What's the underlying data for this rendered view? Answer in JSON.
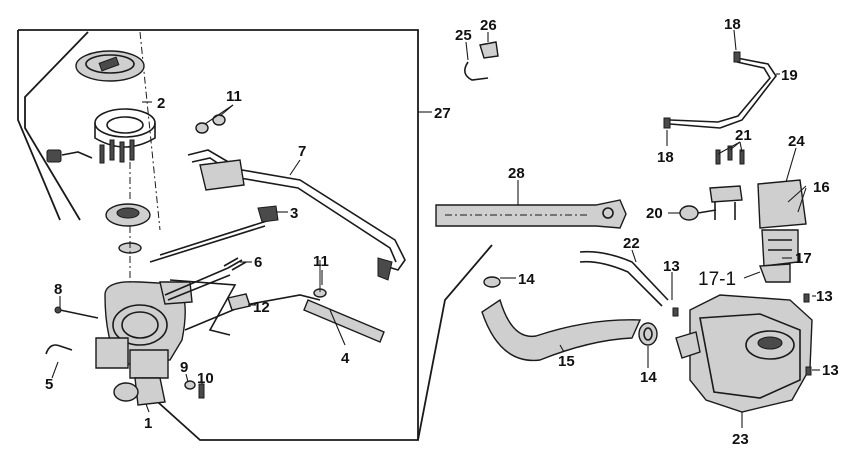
{
  "diagram": {
    "callouts": [
      {
        "id": "c1",
        "text": "1"
      },
      {
        "id": "c2",
        "text": "2"
      },
      {
        "id": "c3",
        "text": "3"
      },
      {
        "id": "c4",
        "text": "4"
      },
      {
        "id": "c5",
        "text": "5"
      },
      {
        "id": "c6",
        "text": "6"
      },
      {
        "id": "c7",
        "text": "7"
      },
      {
        "id": "c8",
        "text": "8"
      },
      {
        "id": "c9",
        "text": "9"
      },
      {
        "id": "c10",
        "text": "10"
      },
      {
        "id": "c11a",
        "text": "11"
      },
      {
        "id": "c11b",
        "text": "11"
      },
      {
        "id": "c12",
        "text": "12"
      },
      {
        "id": "c13a",
        "text": "13"
      },
      {
        "id": "c13b",
        "text": "13"
      },
      {
        "id": "c13c",
        "text": "13"
      },
      {
        "id": "c14a",
        "text": "14"
      },
      {
        "id": "c14b",
        "text": "14"
      },
      {
        "id": "c15",
        "text": "15"
      },
      {
        "id": "c16",
        "text": "16"
      },
      {
        "id": "c17",
        "text": "17"
      },
      {
        "id": "c17_1",
        "text": "17-1"
      },
      {
        "id": "c18a",
        "text": "18"
      },
      {
        "id": "c18b",
        "text": "18"
      },
      {
        "id": "c19",
        "text": "19"
      },
      {
        "id": "c20",
        "text": "20"
      },
      {
        "id": "c21",
        "text": "21"
      },
      {
        "id": "c22",
        "text": "22"
      },
      {
        "id": "c23",
        "text": "23"
      },
      {
        "id": "c24",
        "text": "24"
      },
      {
        "id": "c25",
        "text": "25"
      },
      {
        "id": "c26",
        "text": "26"
      },
      {
        "id": "c27",
        "text": "27"
      },
      {
        "id": "c28",
        "text": "28"
      }
    ]
  }
}
